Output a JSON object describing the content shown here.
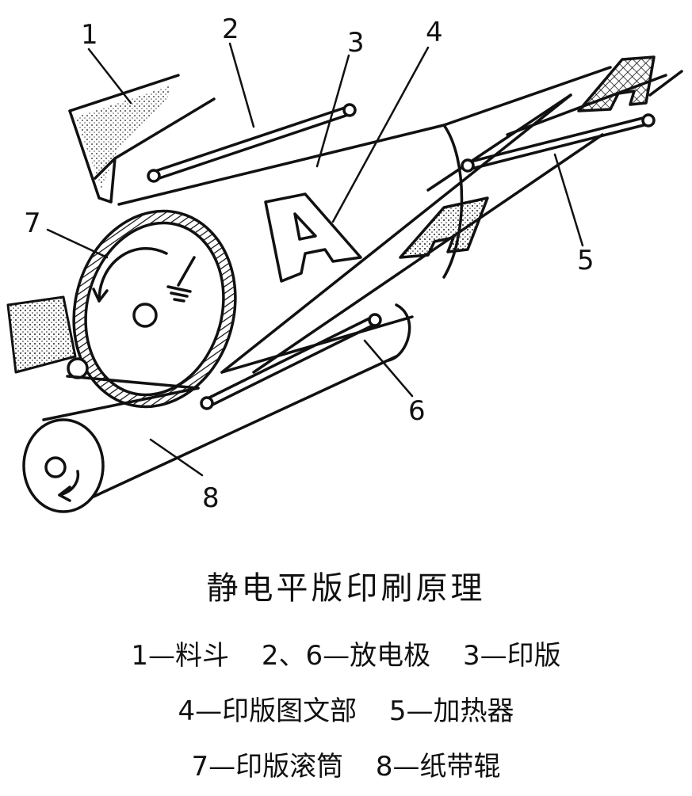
{
  "labels": {
    "n1": "1",
    "n2": "2",
    "n3": "3",
    "n4": "4",
    "n5": "5",
    "n6": "6",
    "n7": "7",
    "n8": "8"
  },
  "title": "静电平版印刷原理",
  "legend": {
    "item1": "1—料斗",
    "item2": "2、6—放电极",
    "item3": "3—印版",
    "item4": "4—印版图文部",
    "item5": "5—加热器",
    "item7": "7—印版滚筒",
    "item8": "8—纸带辊"
  },
  "glyph_letter": "A"
}
